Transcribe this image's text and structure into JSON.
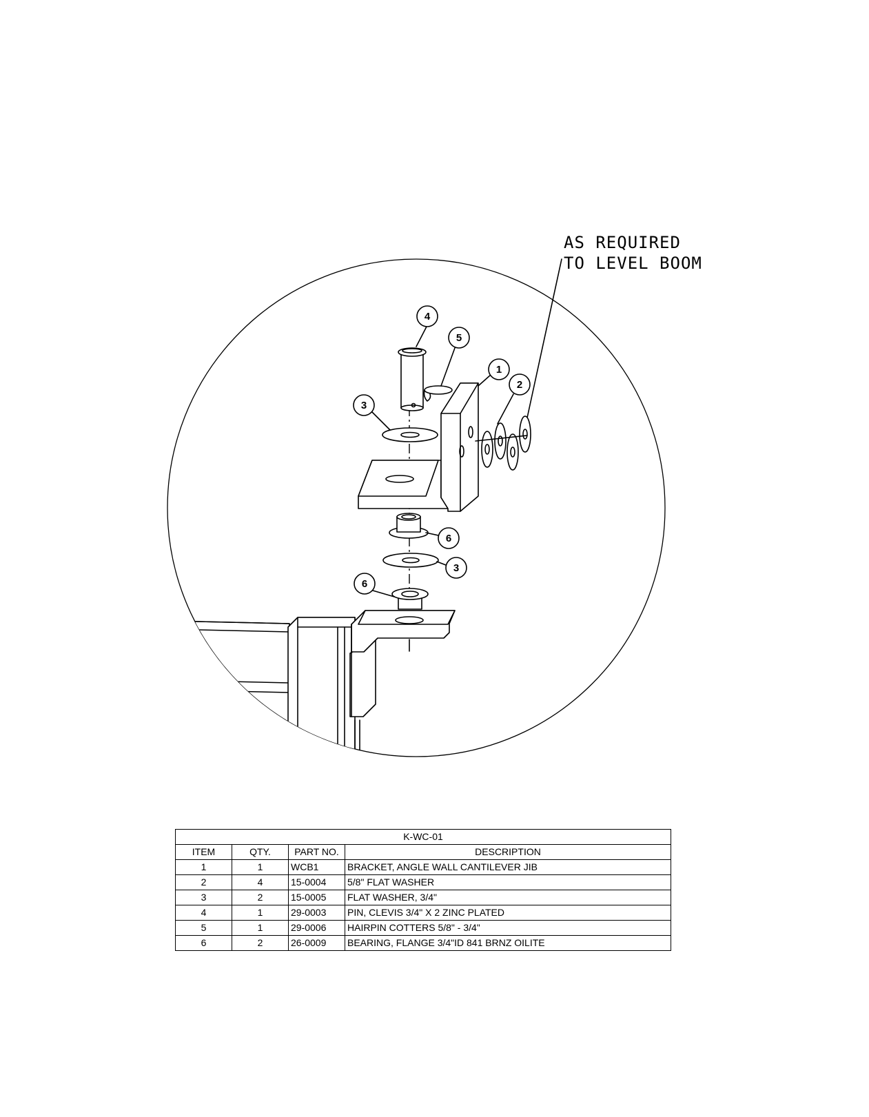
{
  "callout": {
    "line1": "AS REQUIRED",
    "line2": "TO LEVEL BOOM"
  },
  "balloons": [
    {
      "id": "b4-top",
      "label": "4"
    },
    {
      "id": "b5",
      "label": "5"
    },
    {
      "id": "b1",
      "label": "1"
    },
    {
      "id": "b2",
      "label": "2"
    },
    {
      "id": "b3-top",
      "label": "3"
    },
    {
      "id": "b6-mid",
      "label": "6"
    },
    {
      "id": "b3-bot",
      "label": "3"
    },
    {
      "id": "b6-bot",
      "label": "6"
    }
  ],
  "bom": {
    "title": "K-WC-01",
    "headers": {
      "item": "ITEM",
      "qty": "QTY.",
      "part": "PART NO.",
      "desc": "DESCRIPTION"
    },
    "rows": [
      {
        "item": "1",
        "qty": "1",
        "part": "WCB1",
        "desc": "BRACKET, ANGLE WALL CANTILEVER JIB"
      },
      {
        "item": "2",
        "qty": "4",
        "part": "15-0004",
        "desc": "5/8\" FLAT WASHER"
      },
      {
        "item": "3",
        "qty": "2",
        "part": "15-0005",
        "desc": "FLAT WASHER, 3/4\""
      },
      {
        "item": "4",
        "qty": "1",
        "part": "29-0003",
        "desc": "PIN, CLEVIS 3/4\" X 2 ZINC PLATED"
      },
      {
        "item": "5",
        "qty": "1",
        "part": "29-0006",
        "desc": "HAIRPIN COTTERS 5/8\" - 3/4\""
      },
      {
        "item": "6",
        "qty": "2",
        "part": "26-0009",
        "desc": "BEARING, FLANGE 3/4\"ID 841 BRNZ OILITE"
      }
    ]
  }
}
